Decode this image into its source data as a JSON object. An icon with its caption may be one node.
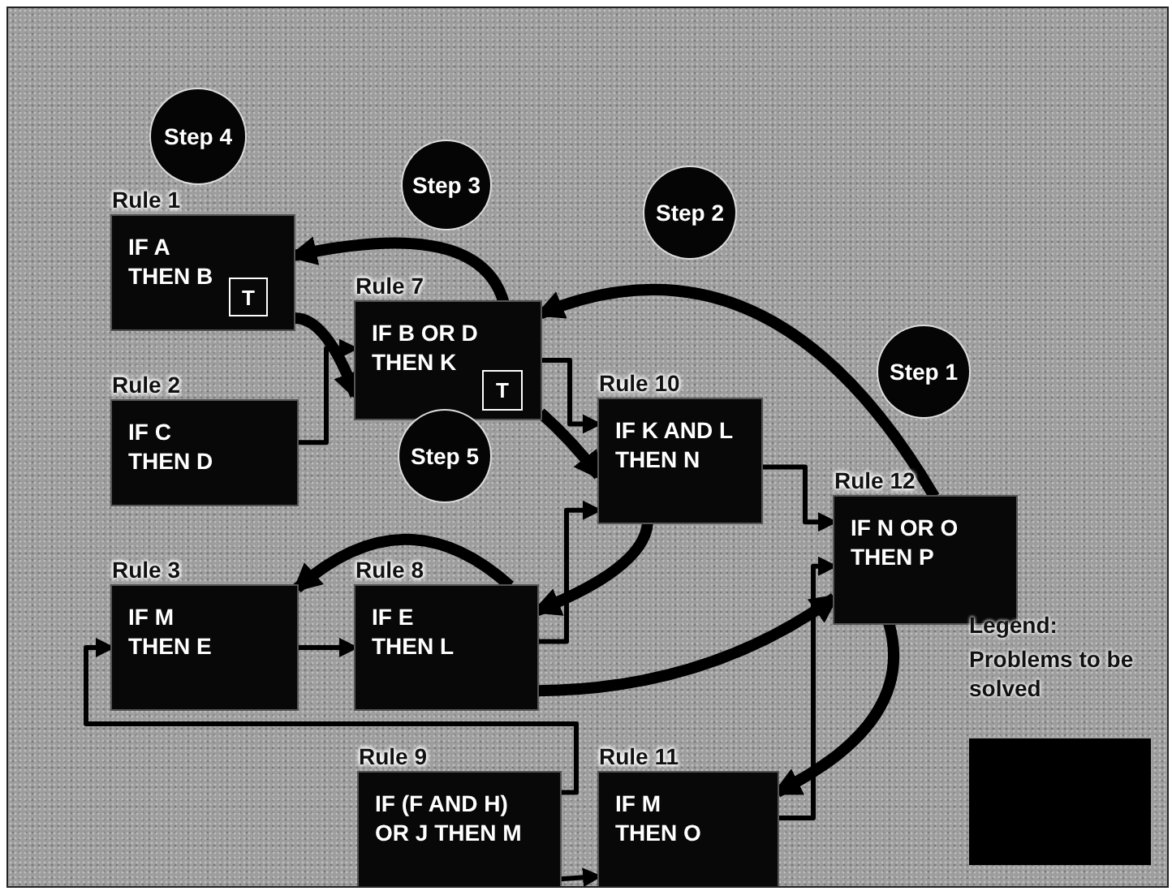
{
  "diagram": {
    "nodes": [
      {
        "text": [
          "Step 4"
        ]
      },
      {
        "text": [
          "Step 3"
        ]
      },
      {
        "text": [
          "Rule 1",
          "IF A THEN B"
        ]
      },
      {
        "text": [
          "T"
        ],
        "in": 2
      },
      {
        "text": [
          "Step 2"
        ]
      },
      {
        "text": [
          "Rule 7",
          "IF B OR D THEN K"
        ]
      },
      {
        "text": [
          "T"
        ],
        "in": 5
      },
      {
        "text": [
          "Rule 2",
          "IF C THEN D"
        ]
      },
      {
        "text": [
          "Rule 10",
          "IF K AND L THEN N"
        ]
      },
      {
        "text": [
          "Step 1"
        ]
      },
      {
        "text": [
          "Step 5"
        ]
      },
      {
        "text": [
          "Rule 12",
          "IF N OR O THEN P"
        ]
      },
      {
        "text": [
          "Rule 3",
          "IF M THEN E"
        ]
      },
      {
        "text": [
          "Rule 8",
          "IF E THEN L"
        ]
      },
      {
        "text": [
          "Rule 9",
          "IF (F AND H) OR J THEN M"
        ]
      },
      {
        "text": [
          "Rule 11",
          "IF M THEN O"
        ]
      }
    ],
    "edges": [
      {
        "from": 5,
        "to": 2,
        "arrow": "to",
        "style": "thick"
      },
      {
        "from": 2,
        "to": 5,
        "arrow": "to",
        "style": "thick"
      },
      {
        "from": 7,
        "to": 5,
        "arrow": "to"
      },
      {
        "from": 11,
        "to": 5,
        "arrow": "to",
        "style": "thick"
      },
      {
        "from": 5,
        "to": 8,
        "arrow": "to",
        "style": "thick"
      },
      {
        "from": 5,
        "to": 8,
        "arrow": "to"
      },
      {
        "from": 8,
        "to": 11,
        "arrow": "to"
      },
      {
        "from": 13,
        "to": 8,
        "arrow": "to"
      },
      {
        "from": 8,
        "to": 13,
        "arrow": "to",
        "style": "thick"
      },
      {
        "from": 13,
        "to": 12,
        "arrow": "to",
        "style": "thick"
      },
      {
        "from": 12,
        "to": 13,
        "arrow": "to"
      },
      {
        "from": 13,
        "to": 11,
        "arrow": "to",
        "style": "thick"
      },
      {
        "from": 14,
        "to": 12,
        "arrow": "to"
      },
      {
        "from": 14,
        "to": 15,
        "arrow": "to"
      },
      {
        "from": 15,
        "to": 11,
        "arrow": "to"
      },
      {
        "from": 11,
        "to": 15,
        "arrow": "to",
        "style": "thick"
      }
    ],
    "labels": [
      "Legend:"
    ],
    "legend": [
      {
        "text": "Problems to be solved",
        "color": "#000000"
      }
    ]
  }
}
